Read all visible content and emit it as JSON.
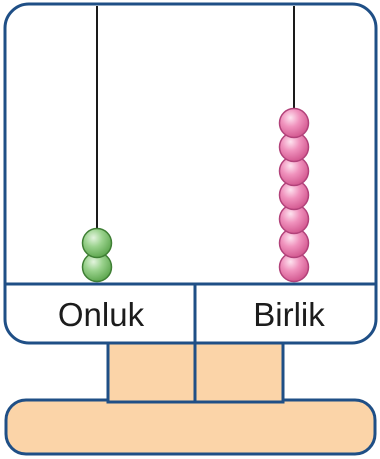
{
  "abacus": {
    "columns": [
      {
        "label": "Onluk",
        "bead_count": 2,
        "bead_color": "#8cc97f"
      },
      {
        "label": "Birlik",
        "bead_count": 7,
        "bead_color": "#ef8bb6"
      }
    ],
    "frame_color": "#1f4f86",
    "base_color": "#fbd4a8"
  }
}
